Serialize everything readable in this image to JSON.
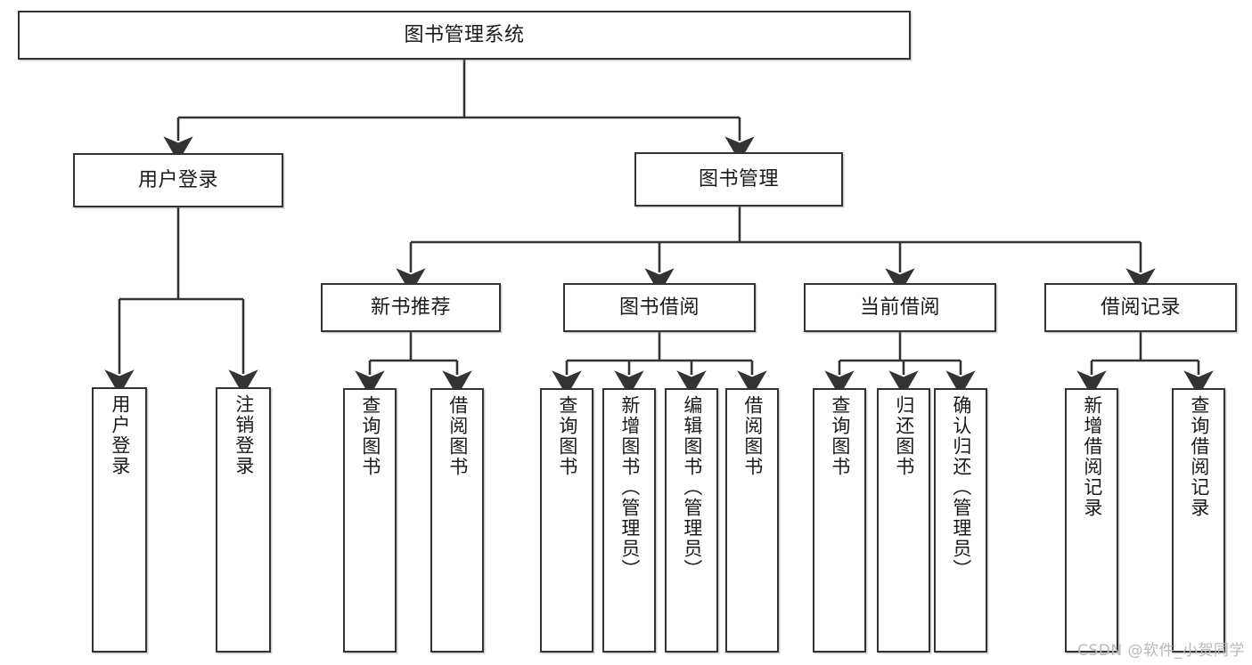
{
  "diagram": {
    "type": "tree-hierarchy",
    "title": "图书管理系统",
    "root": {
      "label": "图书管理系统"
    },
    "level2": [
      {
        "label": "用户登录"
      },
      {
        "label": "图书管理"
      }
    ],
    "level3": [
      {
        "label": "新书推荐"
      },
      {
        "label": "图书借阅"
      },
      {
        "label": "当前借阅"
      },
      {
        "label": "借阅记录"
      }
    ],
    "leaves": {
      "user_login": [
        {
          "label": "用户登录"
        },
        {
          "label": "注销登录"
        }
      ],
      "new_book_recommend": [
        {
          "label": "查询图书"
        },
        {
          "label": "借阅图书"
        }
      ],
      "book_borrow": [
        {
          "label": "查询图书"
        },
        {
          "label": "新增图书（管理员）"
        },
        {
          "label": "编辑图书（管理员）"
        },
        {
          "label": "借阅图书"
        }
      ],
      "current_borrow": [
        {
          "label": "查询图书"
        },
        {
          "label": "归还图书"
        },
        {
          "label": "确认归还（管理员）"
        }
      ],
      "borrow_record": [
        {
          "label": "新增借阅记录"
        },
        {
          "label": "查询借阅记录"
        }
      ]
    }
  },
  "watermark": {
    "text": "CSDN @软件_小贺同学"
  },
  "colors": {
    "stroke": "#333333",
    "fill": "#ffffff",
    "text": "#1a1a1a",
    "watermark": "#b9b9b9"
  }
}
